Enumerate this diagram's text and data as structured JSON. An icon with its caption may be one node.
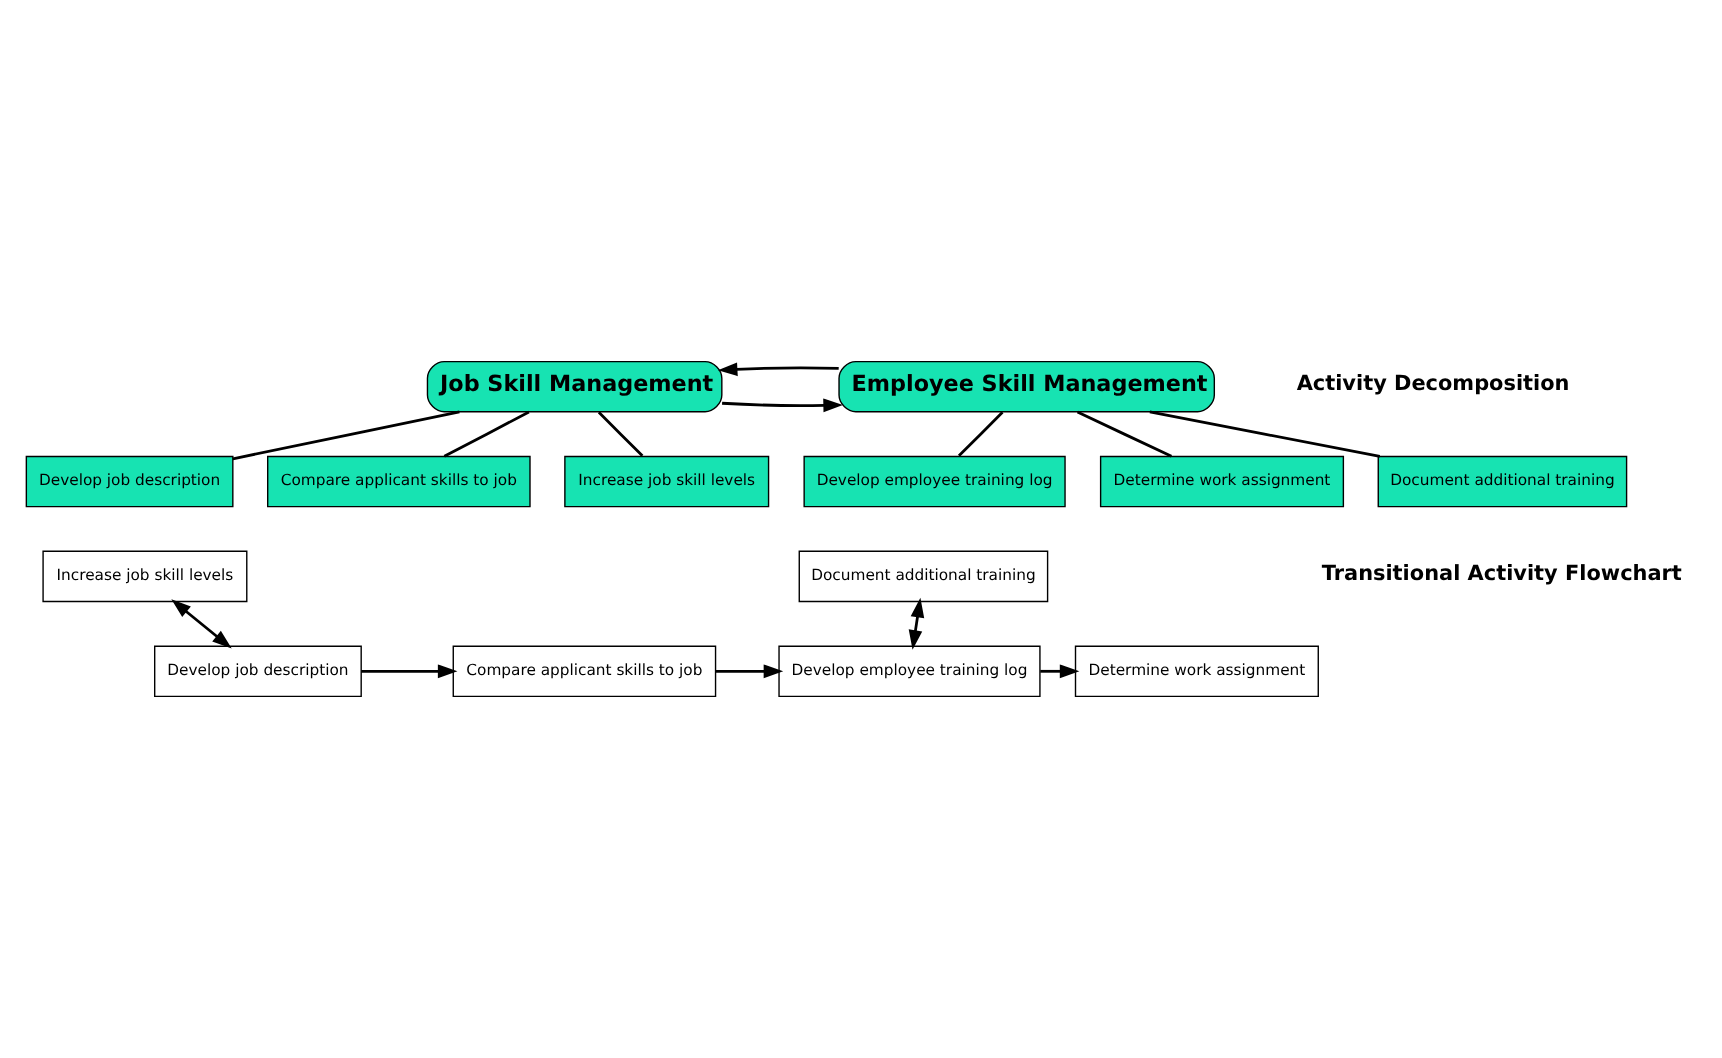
{
  "diagram": {
    "nodes": [
      {
        "text": [
          "Job Skill Management"
        ]
      },
      {
        "text": [
          "Employee Skill Management"
        ]
      },
      {
        "text": [
          "Develop job description"
        ]
      },
      {
        "text": [
          "Compare applicant skills to job"
        ]
      },
      {
        "text": [
          "Increase job skill levels"
        ]
      },
      {
        "text": [
          "Develop employee training log"
        ]
      },
      {
        "text": [
          "Determine work assignment"
        ]
      },
      {
        "text": [
          "Document additional training"
        ]
      },
      {
        "text": [
          "Increase job skill levels"
        ]
      },
      {
        "text": [
          "Document additional training"
        ]
      },
      {
        "text": [
          "Develop job description"
        ]
      },
      {
        "text": [
          "Compare applicant skills to job"
        ]
      },
      {
        "text": [
          "Develop employee training log"
        ]
      },
      {
        "text": [
          "Determine work assignment"
        ]
      }
    ],
    "edges": [
      {
        "from": 0,
        "to": 1,
        "arrow": "to"
      },
      {
        "from": 1,
        "to": 0,
        "arrow": "to"
      },
      {
        "from": 0,
        "to": 2,
        "arrow": "none"
      },
      {
        "from": 0,
        "to": 3,
        "arrow": "none"
      },
      {
        "from": 0,
        "to": 4,
        "arrow": "none"
      },
      {
        "from": 1,
        "to": 5,
        "arrow": "none"
      },
      {
        "from": 1,
        "to": 6,
        "arrow": "none"
      },
      {
        "from": 1,
        "to": 7,
        "arrow": "none"
      },
      {
        "from": 8,
        "to": 10,
        "arrow": "both"
      },
      {
        "from": 10,
        "to": 11,
        "arrow": "to"
      },
      {
        "from": 11,
        "to": 12,
        "arrow": "to"
      },
      {
        "from": 9,
        "to": 12,
        "arrow": "both"
      },
      {
        "from": 12,
        "to": 13,
        "arrow": "to"
      }
    ],
    "labels": [
      "Activity Decomposition",
      "Transitional Activity Flowchart"
    ]
  }
}
